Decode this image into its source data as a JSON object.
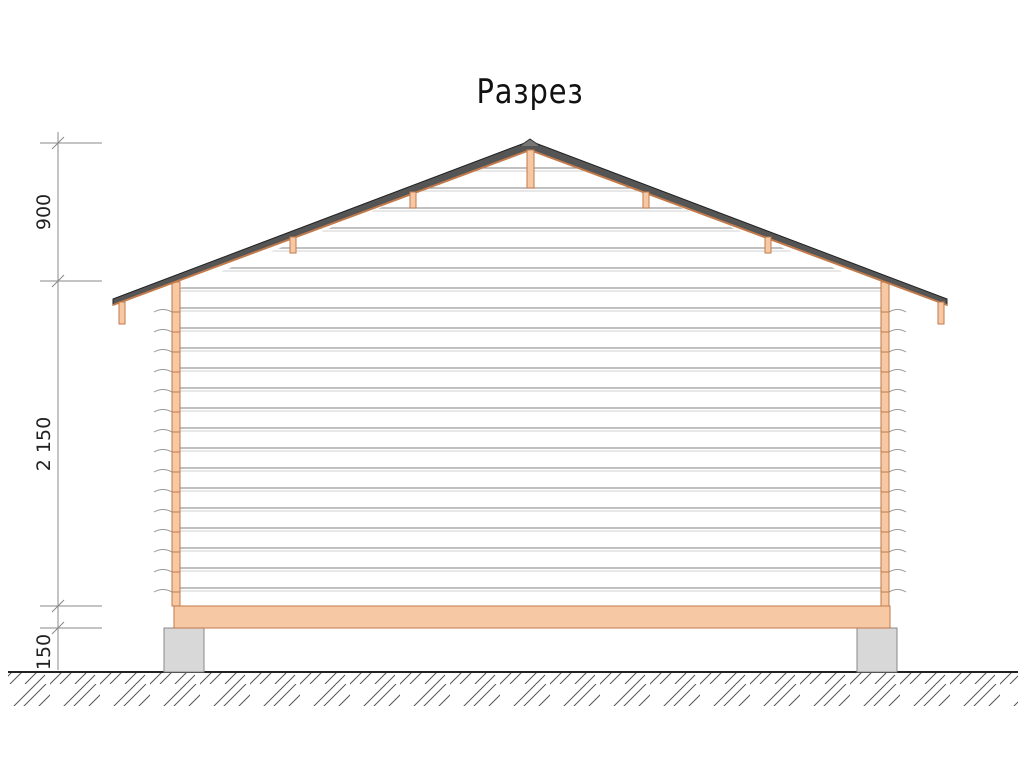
{
  "title": "Разрез",
  "dimensions": {
    "roof_height": "900",
    "wall_height": "2 150",
    "plinth_height": "150"
  },
  "colors": {
    "timber": "#f6c8a4",
    "timber_edge": "#c27a4a",
    "log_line": "#9a9a9a",
    "foundation": "#d8d8d8",
    "ground": "#333333",
    "dim_line": "#888888"
  }
}
